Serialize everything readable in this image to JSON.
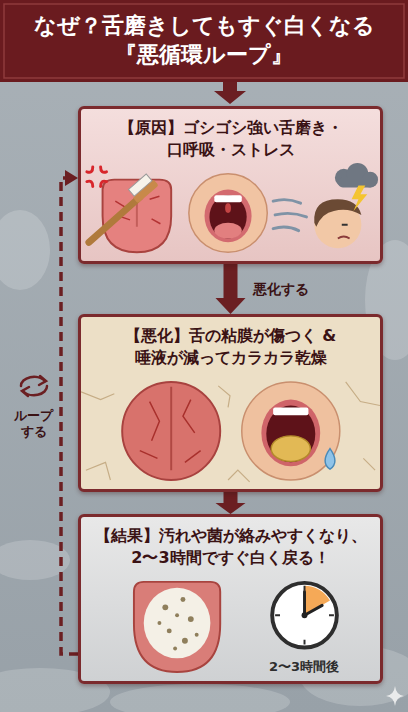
{
  "diagram": {
    "title": "なぜ？舌磨きしてもすぐ白くなる 『悪循環ループ』",
    "nodes": [
      {
        "text": [
          "【原因】ゴシゴシ強い舌磨き・ 口呼吸・ストレス"
        ]
      },
      {
        "text": [
          "【悪化】舌の粘膜が傷つく & 唾液が減ってカラカラ乾燥"
        ]
      },
      {
        "text": [
          "【結果】汚れや菌が絡みやすくなり、 2〜3時間ですぐ白く戻る！"
        ]
      }
    ],
    "edges": [
      {
        "from": 0,
        "to": 1,
        "arrow": "to",
        "label": "悪化する"
      },
      {
        "from": 1,
        "to": 2,
        "arrow": "to"
      },
      {
        "from": 2,
        "to": 0,
        "arrow": "to",
        "label": "ループする"
      }
    ],
    "labels": [
      "2〜3時間後"
    ]
  }
}
